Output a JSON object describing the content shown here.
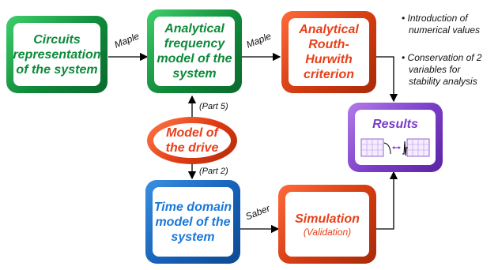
{
  "boxes": {
    "circuits": {
      "lines": [
        "Circuits",
        "representation",
        "of the system"
      ]
    },
    "analytical_freq": {
      "lines": [
        "Analytical",
        "frequency",
        "model of the",
        "system"
      ]
    },
    "routh": {
      "lines": [
        "Analytical",
        "Routh-",
        "Hurwith",
        "criterion"
      ]
    },
    "drive": {
      "lines": [
        "Model of",
        "the drive"
      ]
    },
    "time_domain": {
      "lines": [
        "Time domain",
        "model of the",
        "system"
      ]
    },
    "simulation": {
      "title": "Simulation",
      "subtitle": "(Validation)"
    },
    "results": {
      "title": "Results"
    }
  },
  "edge_labels": {
    "maple1": "Maple",
    "maple2": "Maple",
    "saber": "Saber",
    "part5": "(Part 5)",
    "part2": "(Part 2)"
  },
  "notes": [
    {
      "bullet": "•",
      "lines": [
        "Introduction of",
        "numerical values"
      ]
    },
    {
      "bullet": "•",
      "lines": [
        "Conservation of 2",
        "variables for",
        "stability analysis"
      ]
    }
  ],
  "colors": {
    "green": "#0d8a3a",
    "red": "#e8401a",
    "blue": "#1a78d8",
    "purple": "#7a3cc8"
  }
}
